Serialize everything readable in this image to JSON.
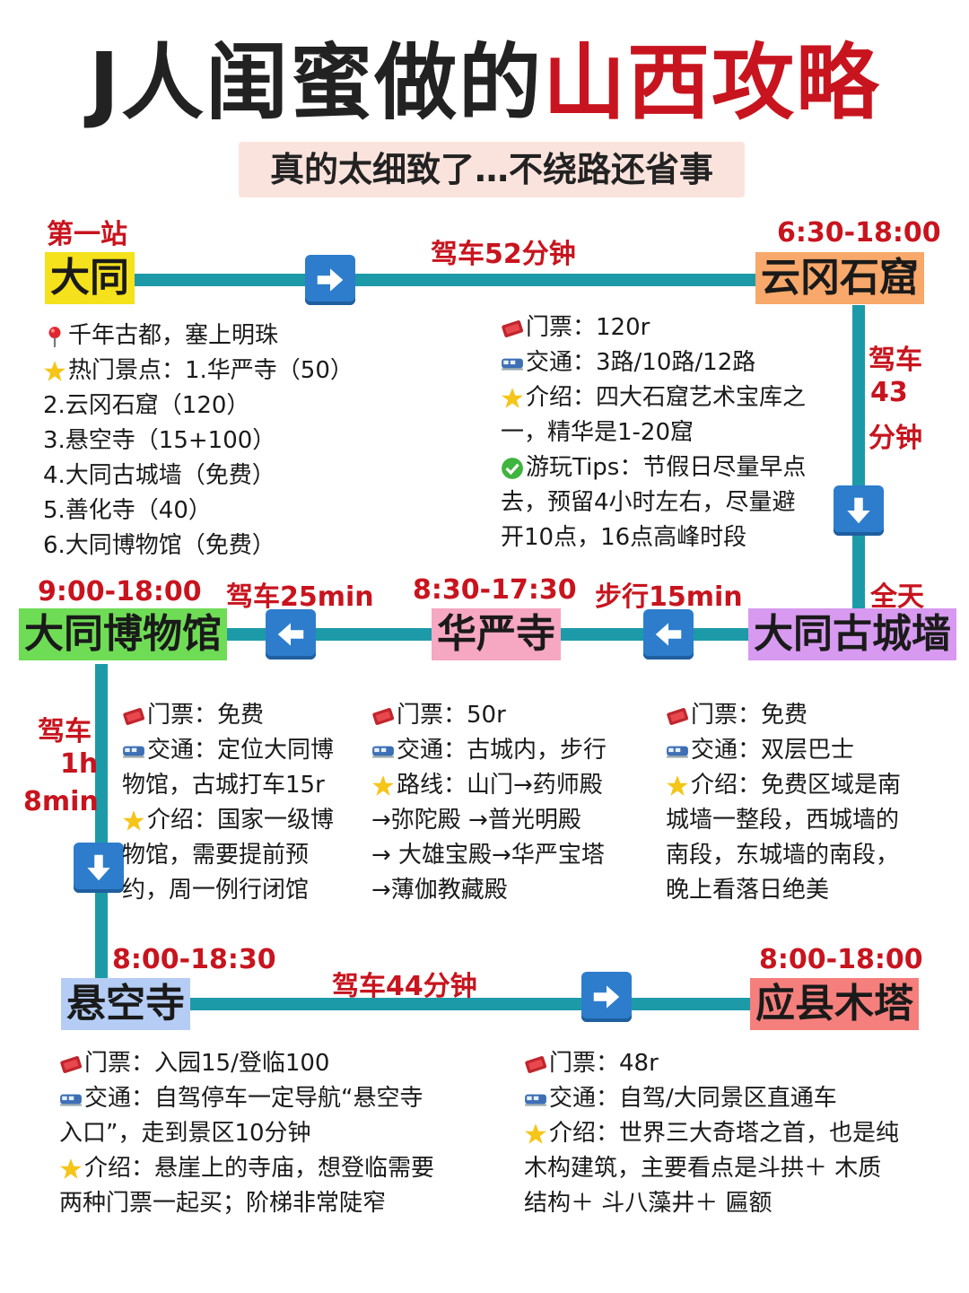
{
  "title": {
    "part1": "J人闺蜜做的",
    "part2": "山西攻略"
  },
  "subtitle": "真的太细致了…不绕路还省事",
  "first_stop_label": "第一站",
  "stations": {
    "datong": "大同",
    "yungang": "云冈石窟",
    "city_wall": "大同古城墙",
    "huayan": "华严寺",
    "museum": "大同博物馆",
    "xuankong": "悬空寺",
    "muta": "应县木塔"
  },
  "times": {
    "yungang": "6:30-18:00",
    "city_wall": "全天",
    "huayan": "8:30-17:30",
    "museum": "9:00-18:00",
    "xuankong": "8:00-18:30",
    "muta": "8:00-18:00"
  },
  "transfers": {
    "datong_yungang": "驾车52分钟",
    "yungang_wall": [
      "驾车",
      "43",
      "分钟"
    ],
    "wall_huayan": "步行15min",
    "huayan_museum": "驾车25min",
    "museum_xuankong": [
      "驾车",
      "1h",
      "8min"
    ],
    "xuankong_muta": "驾车44分钟"
  },
  "datong_info": [
    "千年古都，塞上明珠",
    "热门景点：1.华严寺（50）",
    "2.云冈石窟（120）",
    "3.悬空寺（15+100）",
    "4.大同古城墙（免费）",
    "5.善化寺（40）",
    "6.大同博物馆（免费）"
  ],
  "yungang_info": [
    "门票：120r",
    "交通：3路/10路/12路",
    "介绍：四大石窟艺术宝库之",
    "一，精华是1-20窟",
    "游玩Tips：节假日尽量早点",
    "去，预留4小时左右，尽量避",
    "开10点，16点高峰时段"
  ],
  "museum_info": [
    "门票：免费",
    "交通：定位大同博",
    "物馆，古城打车15r",
    "介绍：国家一级博",
    "物馆，需要提前预",
    "约，周一例行闭馆"
  ],
  "huayan_info": [
    "门票：50r",
    "交通：古城内，步行",
    "路线：山门→药师殿",
    "→弥陀殿 →普光明殿",
    "→ 大雄宝殿→华严宝塔",
    "→薄伽教藏殿"
  ],
  "wall_info": [
    "门票：免费",
    "交通：双层巴士",
    "介绍：免费区域是南",
    "城墙一整段，西城墙的",
    "南段，东城墙的南段，",
    "晚上看落日绝美"
  ],
  "xuankong_info": [
    "门票：入园15/登临100",
    "交通：自驾停车一定导航“悬空寺",
    "入口”，走到景区10分钟",
    "介绍：悬崖上的寺庙，想登临需要",
    "两种门票一起买；阶梯非常陡窄"
  ],
  "muta_info": [
    "门票：48r",
    "交通：自驾/大同景区直通车",
    "介绍：世界三大奇塔之首，也是纯",
    "木构建筑，主要看点是斗拱＋ 木质",
    "结构＋ 斗八藻井＋ 匾额"
  ],
  "colors": {
    "title_red": "#c8141e",
    "route_teal": "#1d9aa8",
    "arrow_blue": "#2d7dcc",
    "datong_bg": "#f5e11c",
    "yungang_bg": "#f7a86a",
    "wall_bg": "#d79af0",
    "huayan_bg": "#f6a7c1",
    "museum_bg": "#6fdc55",
    "xuankong_bg": "#b5cdf5",
    "muta_bg": "#f47f7c"
  },
  "icons": [
    "pin-icon",
    "star-icon",
    "ticket-icon",
    "train-icon",
    "check-icon",
    "arrow-right-icon",
    "arrow-down-icon",
    "arrow-left-icon"
  ]
}
